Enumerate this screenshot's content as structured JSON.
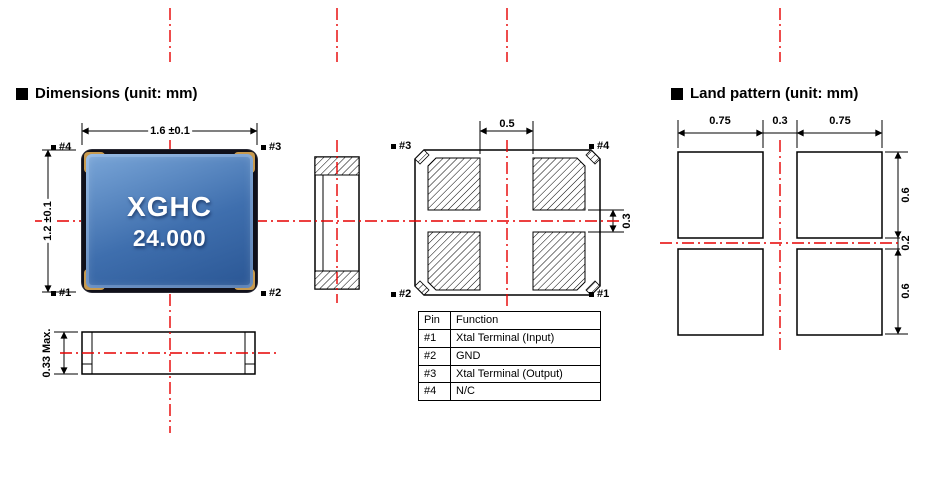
{
  "headers": {
    "dimensions": "Dimensions (unit: mm)",
    "land_pattern": "Land pattern (unit: mm)"
  },
  "crystal": {
    "line1": "XGHC",
    "line2": "24.000"
  },
  "top_view": {
    "pin_top_left": "#4",
    "pin_top_right": "#3",
    "pin_bottom_left": "#1",
    "pin_bottom_right": "#2",
    "dim_width": "1.6 ±0.1",
    "dim_height": "1.2 ±0.1",
    "dim_thickness": "0.33 Max."
  },
  "bottom_view": {
    "pin_top_left": "#3",
    "pin_top_right": "#4",
    "pin_bottom_left": "#2",
    "pin_bottom_right": "#1",
    "dim_pad_gap_x": "0.5",
    "dim_pad_gap_y": "0.3"
  },
  "pin_table": {
    "col_pin": "Pin",
    "col_function": "Function",
    "rows": [
      {
        "pin": "#1",
        "function": "Xtal Terminal (Input)"
      },
      {
        "pin": "#2",
        "function": "GND"
      },
      {
        "pin": "#3",
        "function": "Xtal Terminal (Output)"
      },
      {
        "pin": "#4",
        "function": "N/C"
      }
    ]
  },
  "land_pattern": {
    "dim_left_width": "0.75",
    "dim_center_gap": "0.3",
    "dim_right_width": "0.75",
    "dim_top_height": "0.6",
    "dim_middle_gap": "0.2",
    "dim_bottom_height": "0.6"
  },
  "colors": {
    "centerline_red": "#e60000",
    "line_black": "#000000",
    "crystal_blue": "#3f6fae",
    "crystal_gold": "#d4a350",
    "package_dark": "#10101a"
  }
}
